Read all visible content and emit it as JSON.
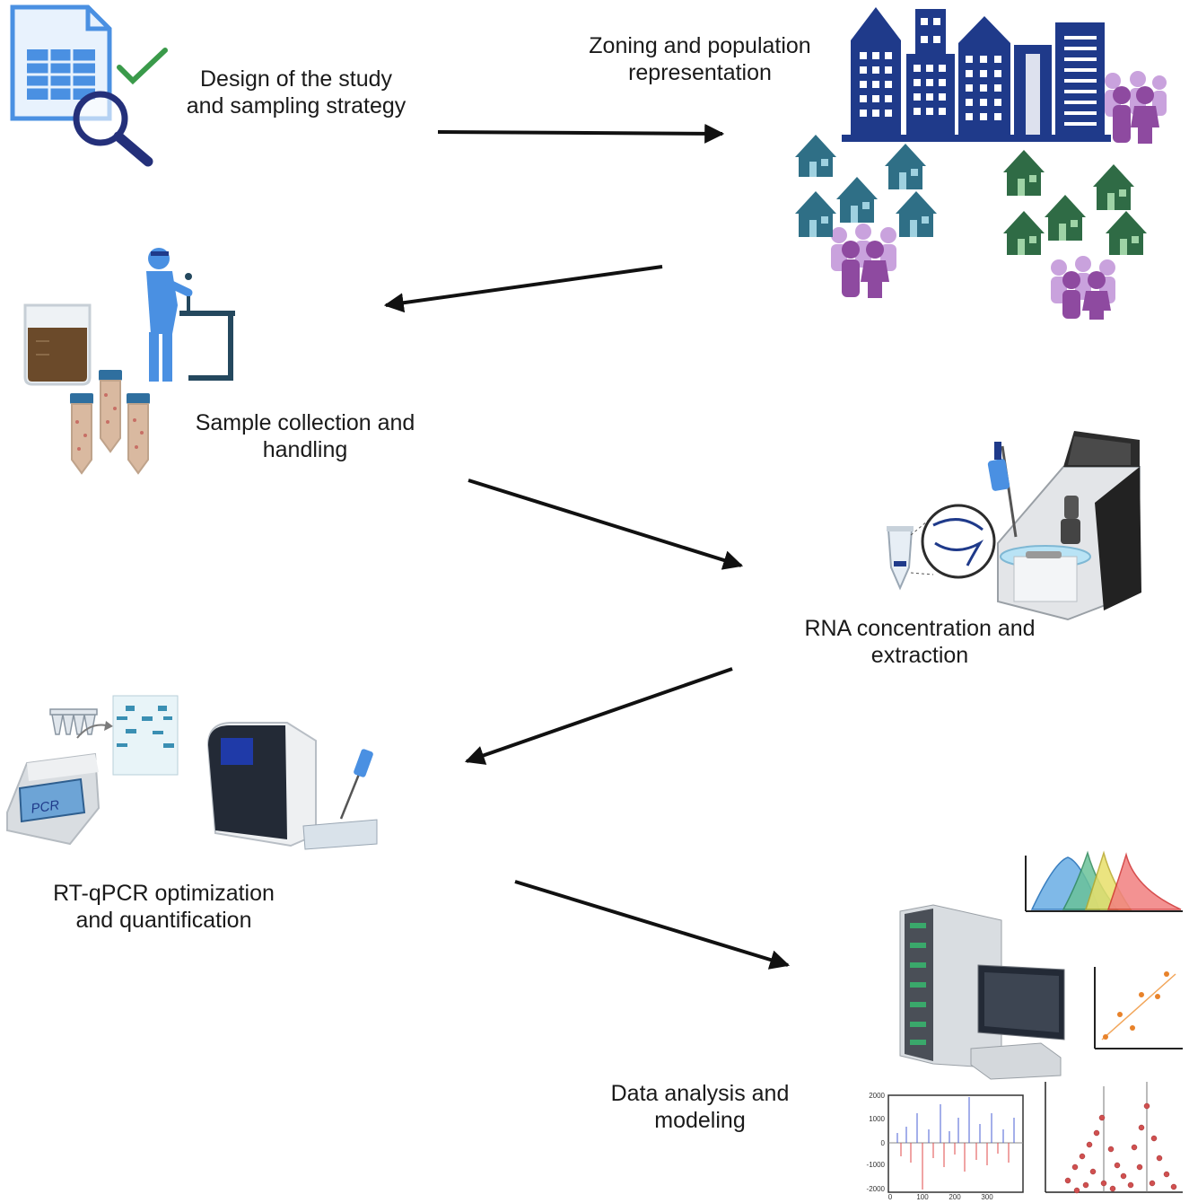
{
  "steps": {
    "design": {
      "line1": "Design of the study",
      "line2": "and sampling strategy"
    },
    "zoning": {
      "line1": "Zoning and population",
      "line2": "representation"
    },
    "sample": {
      "line1": "Sample collection and",
      "line2": "handling"
    },
    "rna": {
      "line1": "RNA concentration and",
      "line2": "extraction"
    },
    "rtqpcr": {
      "line1": "RT-qPCR optimization",
      "line2": "and quantification"
    },
    "data": {
      "line1": "Data analysis and",
      "line2": "modeling"
    }
  },
  "icons": {
    "pcr_label": "PCR",
    "plot_yticks": [
      "2000",
      "1000",
      "0",
      "-1000",
      "-2000"
    ],
    "plot_xticks": [
      "0",
      "100",
      "200",
      "300"
    ]
  },
  "colors": {
    "arrow": "#111111",
    "navy": "#1f3a8a",
    "house_teal": "#2f6f86",
    "house_green": "#2f6b45",
    "people_purple": "#8e4aa0",
    "accent_blue": "#4a90e2"
  }
}
